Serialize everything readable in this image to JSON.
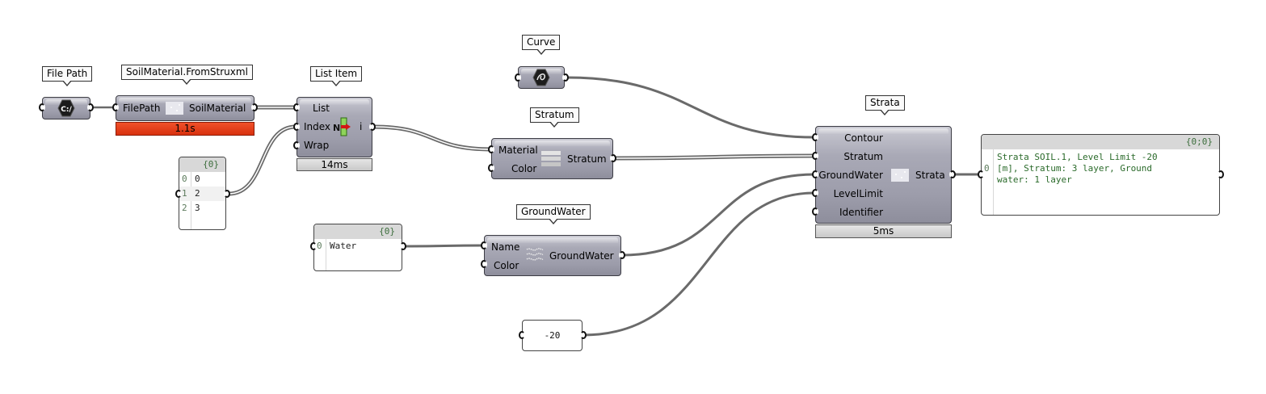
{
  "canvas": {
    "background": "#ffffff"
  },
  "colors": {
    "wire": "#6a6a6a",
    "node_body": "#a5a5b3",
    "timer_error": "#e03a14",
    "timer_normal": "#d4d4d4",
    "panel_text": "#2a6a2a"
  },
  "nodes": {
    "file_path": {
      "tag": "File Path",
      "icon": "file-path-icon",
      "icon_text": "C:/"
    },
    "soil_material": {
      "tag": "SoilMaterial.FromStruxml",
      "inputs": [
        "FilePath"
      ],
      "outputs": [
        "SoilMaterial"
      ],
      "icon": "struxml-icon",
      "timer": "1.1s"
    },
    "list_item": {
      "tag": "List Item",
      "inputs": [
        "List",
        "Index",
        "Wrap"
      ],
      "outputs": [
        "i"
      ],
      "icon": "list-item-icon",
      "icon_text": "N",
      "timer": "14ms"
    },
    "index_panel": {
      "header": "{0}",
      "rows": [
        {
          "index": "0",
          "value": "0"
        },
        {
          "index": "1",
          "value": "2"
        },
        {
          "index": "2",
          "value": "3"
        }
      ]
    },
    "curve": {
      "tag": "Curve",
      "icon": "curve-icon"
    },
    "stratum": {
      "tag": "Stratum",
      "inputs": [
        "Material",
        "Color"
      ],
      "outputs": [
        "Stratum"
      ],
      "icon": "stratum-icon"
    },
    "water_panel": {
      "header": "{0}",
      "rows": [
        {
          "index": "0",
          "value": "Water"
        }
      ]
    },
    "groundwater": {
      "tag": "GroundWater",
      "inputs": [
        "Name",
        "Color"
      ],
      "outputs": [
        "GroundWater"
      ],
      "icon": "groundwater-icon"
    },
    "number": {
      "value": "-20"
    },
    "strata": {
      "tag": "Strata",
      "inputs": [
        "Contour",
        "Stratum",
        "GroundWater",
        "LevelLimit",
        "Identifier"
      ],
      "outputs": [
        "Strata"
      ],
      "icon": "strata-icon",
      "timer": "5ms"
    },
    "result_panel": {
      "header": "{0;0}",
      "index": "0",
      "lines": [
        "Strata SOIL.1, Level Limit -20",
        "[m], Stratum: 3 layer, Ground",
        "water: 1 layer"
      ]
    }
  }
}
